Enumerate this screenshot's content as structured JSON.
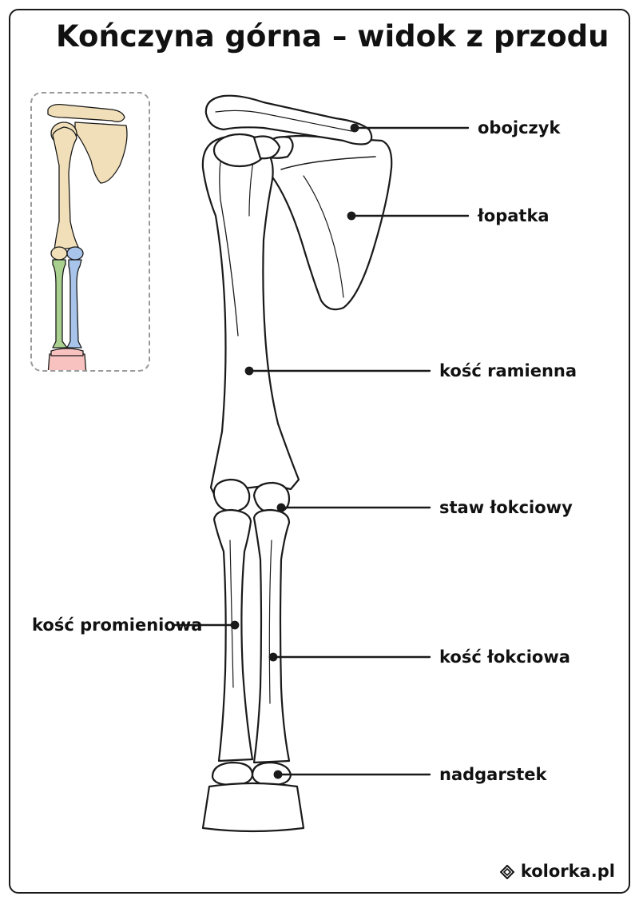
{
  "title": "Kończyna górna – widok z przodu",
  "labels": {
    "clavicle": "obojczyk",
    "scapula": "łopatka",
    "humerus": "kość ramienna",
    "elbow": "staw łokciowy",
    "radius": "kość promieniowa",
    "ulna": "kość łokciowa",
    "wrist": "nadgarstek"
  },
  "footer": {
    "brand": "kolorka.pl",
    "icon": "diamond-logo-icon"
  },
  "colors": {
    "outline": "#1a1a1a",
    "humerus_fill": "#f1dfb9",
    "radius_fill": "#a9d08e",
    "ulna_fill": "#a9c4ea",
    "hand_fill": "#f7c2bf",
    "thumb_border": "#9a9a9a"
  }
}
